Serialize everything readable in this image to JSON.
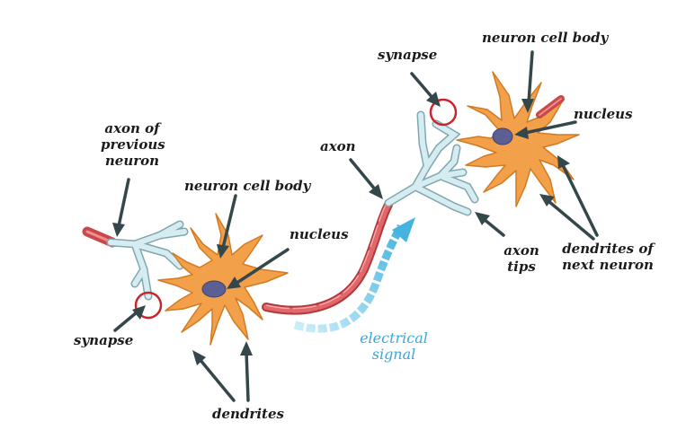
{
  "labels": {
    "synapse_top": "synapse",
    "cell_body_right": "neuron cell body",
    "nucleus_right": "nucleus",
    "axon_prev_1": "axon of",
    "axon_prev_2": "previous",
    "axon_prev_3": "neuron",
    "axon": "axon",
    "cell_body_left": "neuron cell body",
    "nucleus_left": "nucleus",
    "axon_tips_1": "axon",
    "axon_tips_2": "tips",
    "dendrites_next_1": "dendrites of",
    "dendrites_next_2": "next neuron",
    "synapse_bottom": "synapse",
    "electrical_1": "electrical",
    "electrical_2": "signal",
    "dendrites": "dendrites"
  },
  "colors": {
    "cell_fill": "#f2a04a",
    "cell_stroke": "#d47a22",
    "nucleus": "#5b5f93",
    "axon": "#c9484a",
    "axon_terminal": "#b9d8df",
    "signal": "#4fb8e0",
    "synapse_ring": "#c8262a",
    "arrow": "#34474a"
  }
}
